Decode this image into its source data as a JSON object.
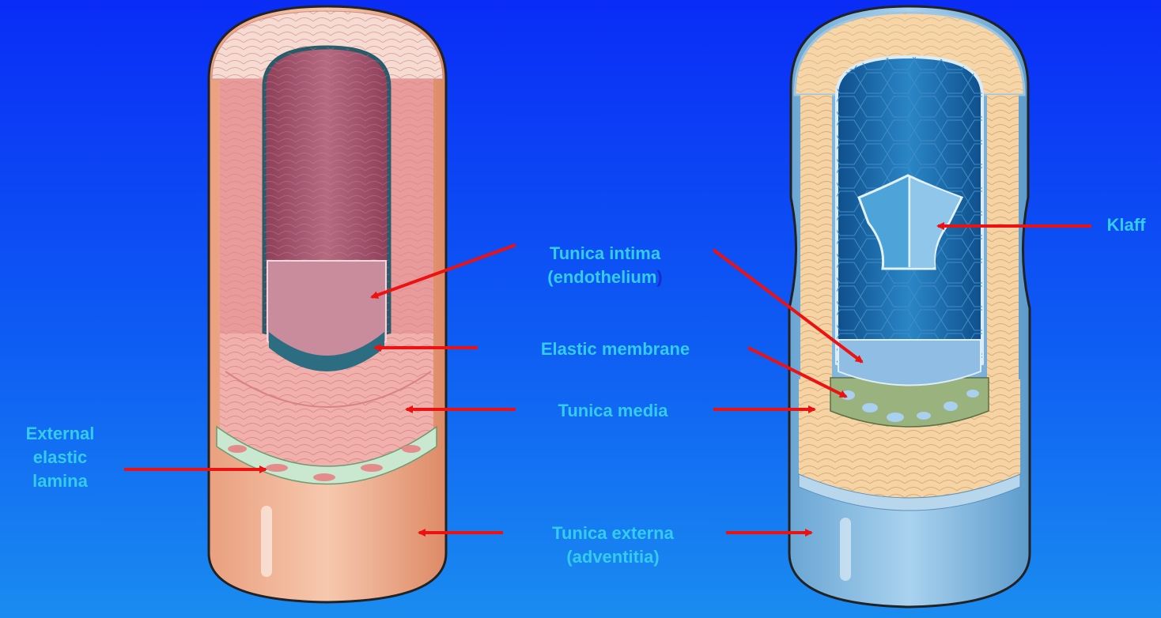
{
  "labels": {
    "tunica_intima_line1": "Tunica intima",
    "tunica_intima_line2": "(endothelium",
    "tunica_intima_paren": ")",
    "elastic_membrane": "Elastic membrane",
    "tunica_media": "Tunica media",
    "tunica_externa_line1": "Tunica externa",
    "tunica_externa_line2": "(adventitia)",
    "external_elastic_line1": "External",
    "external_elastic_line2": "elastic",
    "external_elastic_line3": "lamina",
    "valve": "Klaff"
  },
  "colors": {
    "background_top": "#0a2cf6",
    "background_bottom": "#1a8cf0",
    "label_text": "#33ccee",
    "arrow": "#ee1111",
    "artery_outer": "#e8a07a",
    "artery_media": "#f3b9b1",
    "artery_intima": "#a8566e",
    "vein_outer": "#7fb6de",
    "vein_media": "#f6d3a5",
    "vein_lumen": "#1a6fb0"
  },
  "icons": {
    "artery": "artery-cross-section-illustration",
    "vein": "vein-cross-section-illustration"
  }
}
